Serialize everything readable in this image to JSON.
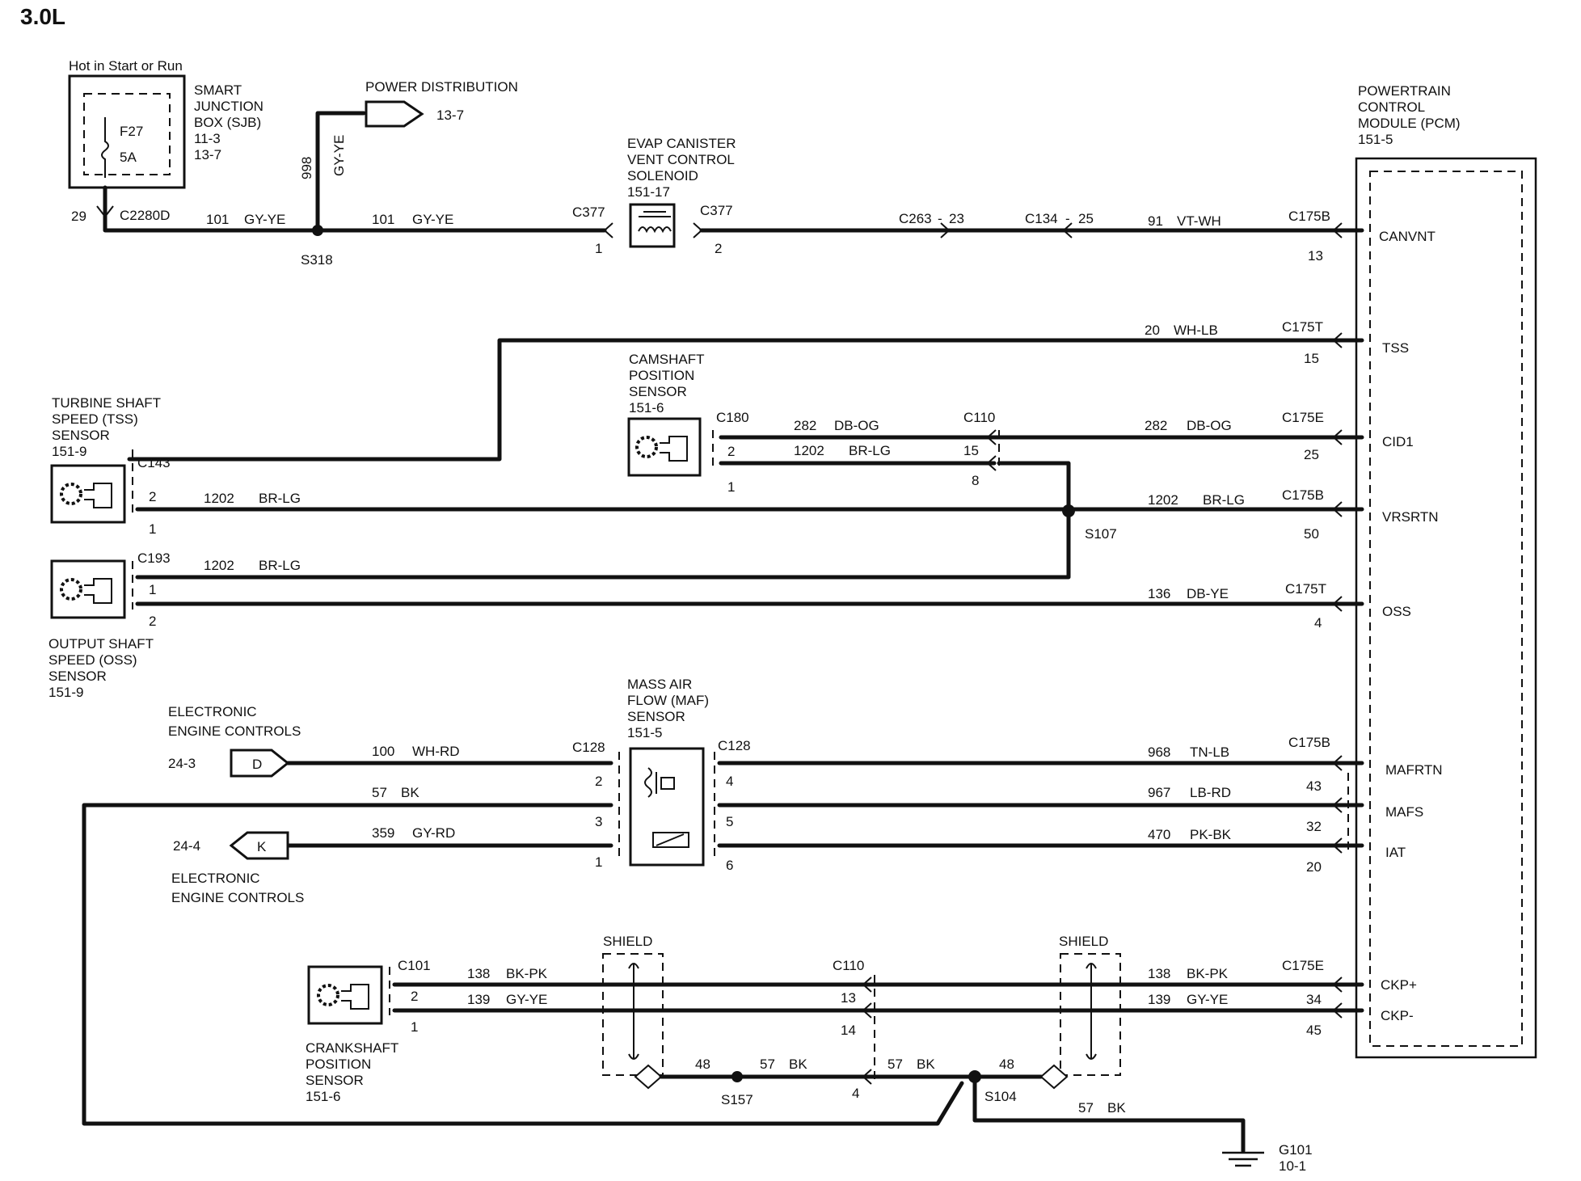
{
  "title": "3.0L",
  "labels": {
    "hot": "Hot in Start or Run",
    "sjb": [
      "SMART",
      "JUNCTION",
      "BOX (SJB)",
      "11-3",
      "13-7"
    ],
    "fuse_name": "F27",
    "fuse_rating": "5A",
    "sjb_pin": "29",
    "sjb_conn": "C2280D",
    "w101a_num": "101",
    "w101a_col": "GY-YE",
    "s318": "S318",
    "w998_num": "998",
    "w998_col": "GY-YE",
    "pd_label": "POWER DISTRIBUTION",
    "pd_ref": "13-7",
    "w101b_num": "101",
    "w101b_col": "GY-YE",
    "evap": [
      "EVAP CANISTER",
      "VENT CONTROL",
      "SOLENOID",
      "151-17"
    ],
    "c377a": "C377",
    "c377a_pin": "1",
    "c377b": "C377",
    "c377b_pin": "2",
    "c263": "C263",
    "c263_pin": "23",
    "c134": "C134",
    "c134_pin": "25",
    "w91_num": "91",
    "w91_col": "VT-WH",
    "c175b_a": "C175B",
    "c175b_a_pin": "13",
    "pcm": [
      "POWERTRAIN",
      "CONTROL",
      "MODULE (PCM)",
      "151-5"
    ],
    "pin_canvnt": "CANVNT",
    "w20_num": "20",
    "w20_col": "WH-LB",
    "c175t_a": "C175T",
    "c175t_a_pin": "15",
    "pin_tss": "TSS",
    "cam": [
      "CAMSHAFT",
      "POSITION",
      "SENSOR",
      "151-6"
    ],
    "c180": "C180",
    "c180_pin2": "2",
    "c180_pin1": "1",
    "w282a_num": "282",
    "w282a_col": "DB-OG",
    "w1202a_num": "1202",
    "w1202a_col": "BR-LG",
    "c110a": "C110",
    "c110a_pin15": "15",
    "c110a_pin8": "8",
    "w282b_num": "282",
    "w282b_col": "DB-OG",
    "c175e_a": "C175E",
    "c175e_a_pin": "25",
    "pin_cid1": "CID1",
    "tss": [
      "TURBINE SHAFT",
      "SPEED (TSS)",
      "SENSOR",
      "151-9"
    ],
    "c143": "C143",
    "c143_pin2": "2",
    "c143_pin1": "1",
    "w1202b_num": "1202",
    "w1202b_col": "BR-LG",
    "s107": "S107",
    "w1202c_num": "1202",
    "w1202c_col": "BR-LG",
    "c175b_b": "C175B",
    "c175b_b_pin": "50",
    "pin_vrsrtn": "VRSRTN",
    "c193": "C193",
    "c193_pin1": "1",
    "c193_pin2": "2",
    "w1202d_num": "1202",
    "w1202d_col": "BR-LG",
    "w136_num": "136",
    "w136_col": "DB-YE",
    "c175t_b": "C175T",
    "c175t_b_pin": "4",
    "pin_oss": "OSS",
    "oss": [
      "OUTPUT SHAFT",
      "SPEED (OSS)",
      "SENSOR",
      "151-9"
    ],
    "eec_top": [
      "ELECTRONIC",
      "ENGINE CONTROLS"
    ],
    "eec_top_ref": "24-3",
    "conn_d": "D",
    "w100_num": "100",
    "w100_col": "WH-RD",
    "maf": [
      "MASS AIR",
      "FLOW (MAF)",
      "SENSOR",
      "151-5"
    ],
    "c128a": "C128",
    "c128a_pin2": "2",
    "c128a_pin3": "3",
    "c128a_pin1": "1",
    "w57a_num": "57",
    "w57a_col": "BK",
    "w359_num": "359",
    "w359_col": "GY-RD",
    "eec_bot_ref": "24-4",
    "conn_k": "K",
    "eec_bot": [
      "ELECTRONIC",
      "ENGINE CONTROLS"
    ],
    "c128b": "C128",
    "c128b_pin4": "4",
    "c128b_pin5": "5",
    "c128b_pin6": "6",
    "w968_num": "968",
    "w968_col": "TN-LB",
    "w967_num": "967",
    "w967_col": "LB-RD",
    "w470_num": "470",
    "w470_col": "PK-BK",
    "c175b_c": "C175B",
    "c175b_c_pin43": "43",
    "c175b_c_pin32": "32",
    "c175b_c_pin20": "20",
    "pin_mafrtn": "MAFRTN",
    "pin_mafs": "MAFS",
    "pin_iat": "IAT",
    "shield_l": "SHIELD",
    "shield_r": "SHIELD",
    "c101": "C101",
    "c101_pin2": "2",
    "c101_pin1": "1",
    "w138a_num": "138",
    "w138a_col": "BK-PK",
    "w139a_num": "139",
    "w139a_col": "GY-YE",
    "c110b": "C110",
    "c110b_pin13": "13",
    "c110b_pin14": "14",
    "c110b_pin4": "4",
    "w138b_num": "138",
    "w138b_col": "BK-PK",
    "w139b_num": "139",
    "w139b_col": "GY-YE",
    "c175e_b": "C175E",
    "c175e_b_pin34": "34",
    "c175e_b_pin45": "45",
    "pin_ckpp": "CKP+",
    "pin_ckpm": "CKP-",
    "crank": [
      "CRANKSHAFT",
      "POSITION",
      "SENSOR",
      "151-6"
    ],
    "w48a": "48",
    "s157": "S157",
    "w57b_num": "57",
    "w57b_col": "BK",
    "w57c_num": "57",
    "w57c_col": "BK",
    "w48b": "48",
    "s104": "S104",
    "w57d_num": "57",
    "w57d_col": "BK",
    "g101": "G101",
    "g101_ref": "10-1"
  }
}
